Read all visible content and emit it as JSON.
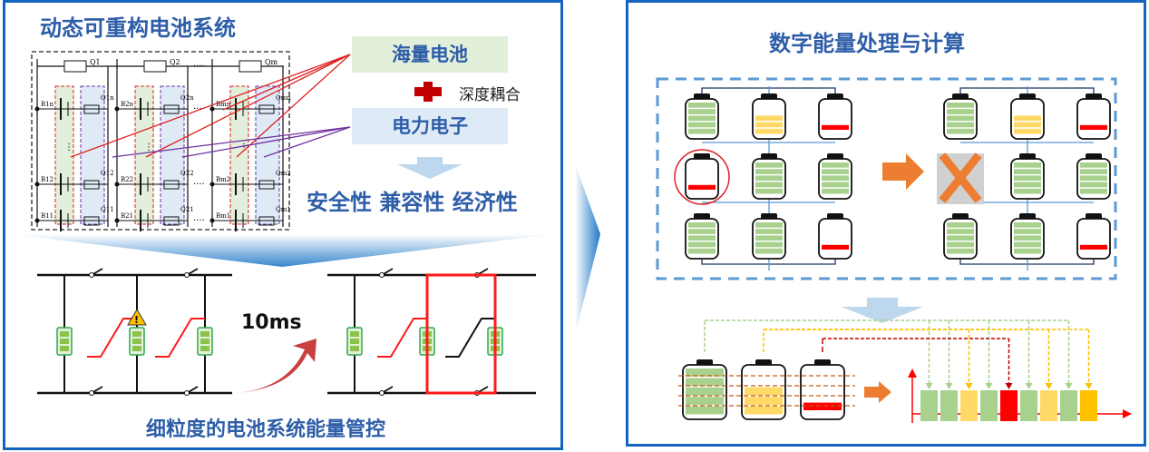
{
  "left_panel": {
    "title": "动态可重构电池系统",
    "circuit_labels": {
      "switches_top": [
        "Q1",
        "Q2",
        "Qm"
      ],
      "battery_labels": [
        "B1n",
        "B12",
        "B11",
        "B2n",
        "B22",
        "B21",
        "Bmn",
        "Bm2",
        "Bm1"
      ],
      "switch_labels": [
        "Q1n",
        "Q12",
        "Q11",
        "Q2n",
        "Q22",
        "Q21",
        "Qmn",
        "Qm2",
        "Qm1"
      ]
    },
    "box_battery": "海量电池",
    "coupling_label": "深度耦合",
    "box_power": "电力电子",
    "benefits": "安全性 兼容性 经济性",
    "time_label": "10ms",
    "bottom_caption": "细粒度的电池系统能量管控"
  },
  "right_panel": {
    "title": "数字能量处理与计算",
    "grid_before": [
      [
        "green",
        "yellow",
        "red"
      ],
      [
        "red-faulty",
        "green",
        "green"
      ],
      [
        "green",
        "green",
        "red"
      ]
    ],
    "grid_after": [
      [
        "green",
        "yellow",
        "red"
      ],
      [
        "removed",
        "green",
        "green"
      ],
      [
        "green",
        "green",
        "red"
      ]
    ],
    "timeline_slots": [
      "green",
      "green",
      "yellow",
      "green",
      "red",
      "green",
      "yellow",
      "green",
      "orange"
    ]
  },
  "colors": {
    "border_blue": "#1565c0",
    "title_blue": "#2e5ea8",
    "green": "#a9d18e",
    "yellow": "#ffd966",
    "red": "#ff0000",
    "orange": "#ffc000",
    "arrow_orange": "#ed7d31",
    "box_green_bg": "#e2efda",
    "box_blue_bg": "#deebf7"
  }
}
